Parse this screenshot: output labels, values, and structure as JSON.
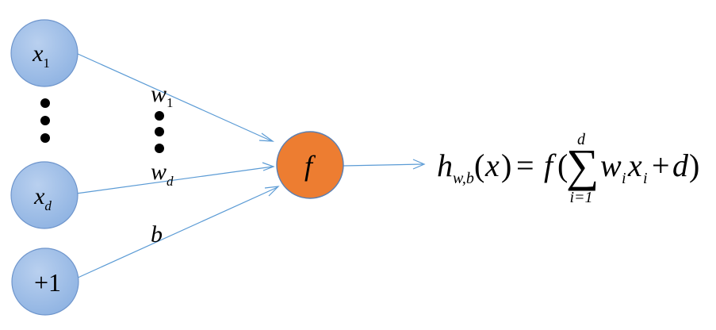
{
  "inputs": [
    {
      "base": "x",
      "sub": "1"
    },
    {
      "base": "x",
      "sub": "d"
    },
    {
      "label": "+1"
    }
  ],
  "weights": [
    {
      "base": "w",
      "sub": "1"
    },
    {
      "base": "w",
      "sub": "d"
    },
    {
      "label": "b"
    }
  ],
  "neuron": {
    "label": "f"
  },
  "formula": {
    "h": "h",
    "h_sub": "w,b",
    "arg_open": "(",
    "arg": "x",
    "arg_close": ")",
    "eq": "=",
    "f": "f",
    "paren_open": "(",
    "sigma": "∑",
    "upper": "d",
    "lower": "i=1",
    "w": "w",
    "w_sub": "i",
    "x": "x",
    "x_sub": "i",
    "plus": "+",
    "bias": "d",
    "paren_close": ")"
  },
  "colors": {
    "input_fill": "#9dbde6",
    "input_stroke": "#6e95cc",
    "neuron_fill": "#ed7d31",
    "neuron_stroke": "#5a7fb2",
    "arrow": "#5b9bd5",
    "text": "#000000"
  }
}
